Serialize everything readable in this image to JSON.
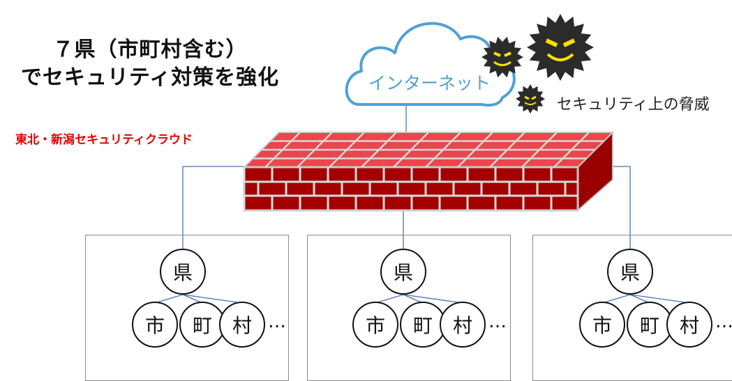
{
  "title": {
    "line1": "７県（市町村含む）",
    "line2": "でセキュリティ対策を強化"
  },
  "cloud_label": "インターネット",
  "threat_label": "セキュリティ上の脅威",
  "firewall_label": "東北・新潟セキュリティクラウド",
  "groups": [
    {
      "top": "県",
      "children": [
        "市",
        "町",
        "村"
      ],
      "more": "…"
    },
    {
      "top": "県",
      "children": [
        "市",
        "町",
        "村"
      ],
      "more": "…"
    },
    {
      "top": "県",
      "children": [
        "市",
        "町",
        "村"
      ],
      "more": "…"
    }
  ],
  "colors": {
    "brick": "#a50000",
    "mortar": "#e8e8e8",
    "wall_top": "#e8474c",
    "cloud": "#4ea1d6",
    "line": "#4a72b8",
    "label_red": "#e60000"
  }
}
